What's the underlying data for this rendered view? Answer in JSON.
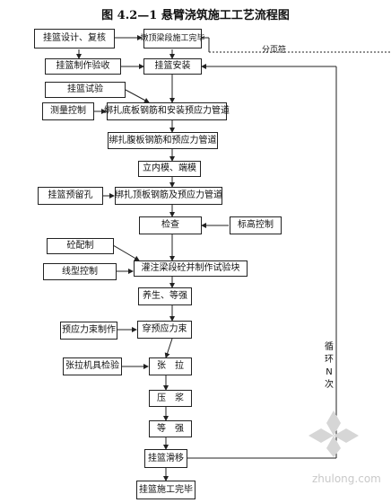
{
  "title": "图 4.2—1 悬臂浇筑施工工艺流程图",
  "page_separator": "分页符",
  "loop_label": [
    "循",
    "环",
    "N",
    "次"
  ],
  "boxes": {
    "design": "挂篮设计、复核",
    "top_done": "墩顶梁段施工完毕",
    "fabricate": "挂篮制作验收",
    "install": "挂篮安装",
    "trial": "挂篮试验",
    "survey": "测量控制",
    "bottom_rebar": "绑扎底板钢筋和安装预应力管道",
    "web_rebar": "绑扎腹板钢筋和预应力管道",
    "formwork": "立内模、端模",
    "reserve_hole": "挂篮预留孔",
    "top_rebar": "绑扎顶板钢筋及预应力管道",
    "inspect": "检查",
    "elevation": "标高控制",
    "concrete_mix": "砼配制",
    "pour": "灌注梁段砼并制作试验块",
    "alignment": "线型控制",
    "cure": "养生、等强",
    "tendon_make": "预应力束制作",
    "thread": "穿预应力束",
    "jack_check": "张拉机具检验",
    "tension": "张　拉",
    "grout": "压　浆",
    "strength": "等　强",
    "slide": "挂篮滑移",
    "complete": "挂篮施工完毕"
  },
  "watermark": {
    "site": "zhulong.com"
  }
}
